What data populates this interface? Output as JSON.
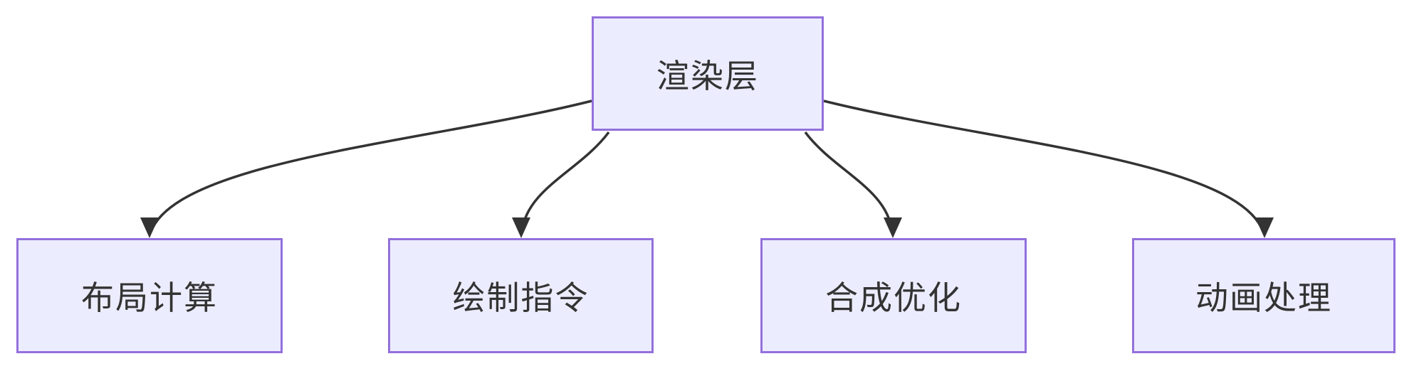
{
  "diagram": {
    "type": "flowchart",
    "direction": "top-down",
    "root": {
      "id": "render-layer",
      "label": "渲染层"
    },
    "children": [
      {
        "id": "layout-calculation",
        "label": "布局计算"
      },
      {
        "id": "draw-commands",
        "label": "绘制指令"
      },
      {
        "id": "composite-optimization",
        "label": "合成优化"
      },
      {
        "id": "animation-processing",
        "label": "动画处理"
      }
    ],
    "edges": [
      {
        "from": "渲染层",
        "to": "布局计算",
        "arrow": "down"
      },
      {
        "from": "渲染层",
        "to": "绘制指令",
        "arrow": "down"
      },
      {
        "from": "渲染层",
        "to": "合成优化",
        "arrow": "down"
      },
      {
        "from": "渲染层",
        "to": "动画处理",
        "arrow": "down"
      }
    ],
    "colors": {
      "node_fill": "#ECECFF",
      "node_border": "#9370DB",
      "edge": "#333333",
      "text": "#333333",
      "background": "#FFFFFF"
    }
  }
}
